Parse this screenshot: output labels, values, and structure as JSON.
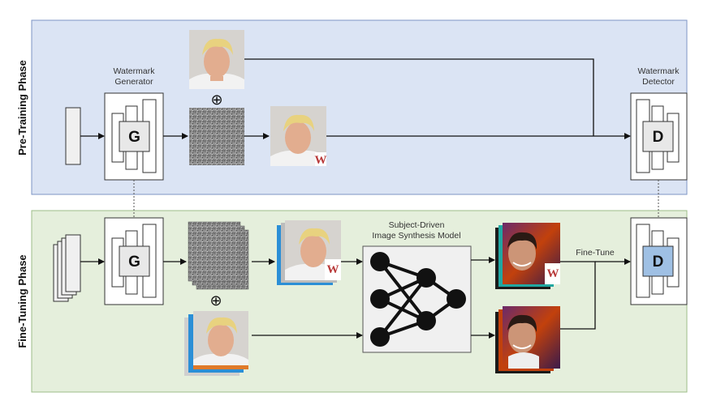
{
  "phases": {
    "pretraining": "Pre-Training Phase",
    "finetuning": "Fine-Tuning Phase"
  },
  "labels": {
    "generator_line1": "Watermark",
    "generator_line2": "Generator",
    "detector_line1": "Watermark",
    "detector_line2": "Detector",
    "model_line1": "Subject-Driven",
    "model_line2": "Image Synthesis Model",
    "finetune": "Fine-Tune",
    "generator_letter": "G",
    "detector_letter": "D",
    "watermark_mark": "W",
    "oplus": "⊕"
  },
  "colors": {
    "pretrain_bg": "#dbe4f4",
    "pretrain_border": "#7d95c4",
    "finetune_bg": "#e5efdc",
    "finetune_border": "#9dbd88",
    "detector_finetune_fill": "#9fc0e4",
    "watermark_red": "#b83a3a"
  }
}
